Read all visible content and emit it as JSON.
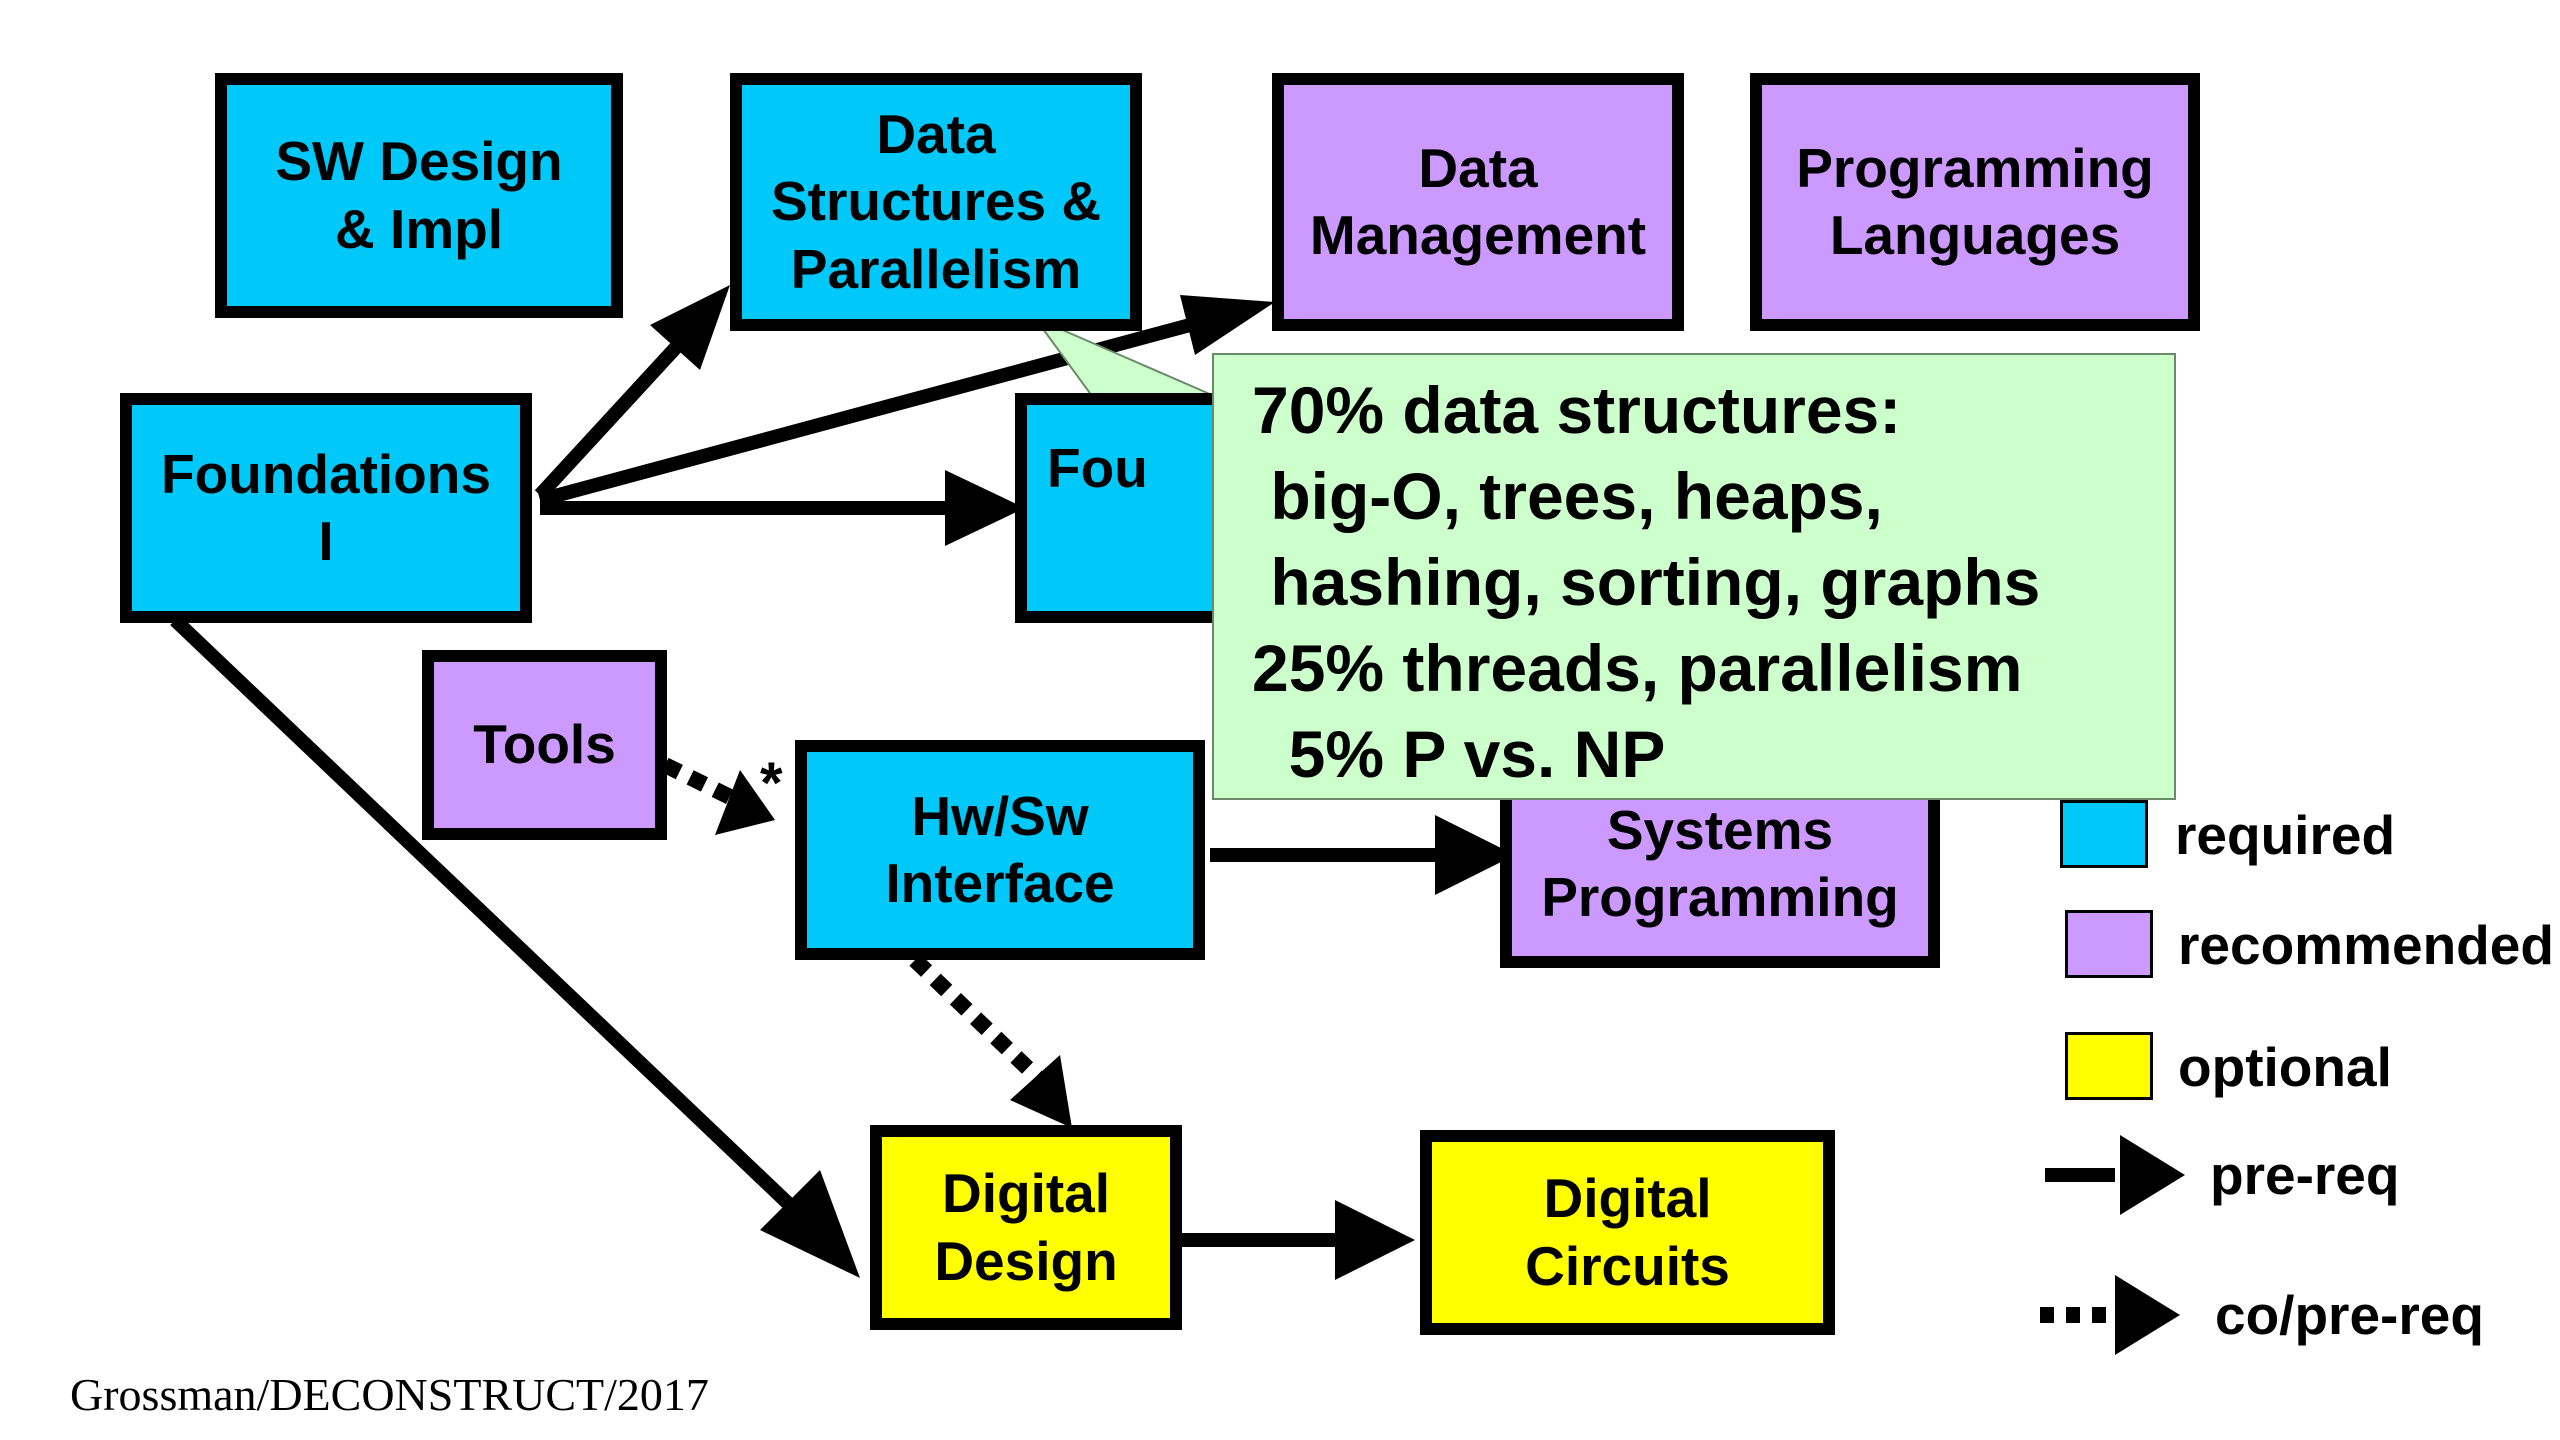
{
  "nodes": {
    "sw_design": {
      "label": "SW Design\n& Impl",
      "category": "required"
    },
    "data_structures": {
      "label": "Data\nStructures &\nParallelism",
      "category": "required"
    },
    "data_management": {
      "label": "Data\nManagement",
      "category": "recommended"
    },
    "programming_languages": {
      "label": "Programming\nLanguages",
      "category": "recommended"
    },
    "foundations_1": {
      "label": "Foundations\nI",
      "category": "required"
    },
    "foundations_2": {
      "label": "Fou",
      "category": "required"
    },
    "tools": {
      "label": "Tools",
      "category": "recommended"
    },
    "hw_sw": {
      "label": "Hw/Sw\nInterface",
      "category": "required"
    },
    "systems_programming": {
      "label": "Systems\nProgramming",
      "category": "recommended"
    },
    "digital_design": {
      "label": "Digital\nDesign",
      "category": "optional"
    },
    "digital_circuits": {
      "label": "Digital\nCircuits",
      "category": "optional"
    }
  },
  "edges": [
    {
      "from": "foundations_1",
      "to": "data_structures",
      "type": "pre-req"
    },
    {
      "from": "foundations_1",
      "to": "data_management",
      "type": "pre-req"
    },
    {
      "from": "foundations_1",
      "to": "foundations_2",
      "type": "pre-req"
    },
    {
      "from": "foundations_1",
      "to": "digital_design",
      "type": "pre-req"
    },
    {
      "from": "tools",
      "to": "hw_sw",
      "type": "co/pre-req"
    },
    {
      "from": "hw_sw",
      "to": "systems_programming",
      "type": "pre-req"
    },
    {
      "from": "hw_sw",
      "to": "digital_design",
      "type": "co/pre-req"
    },
    {
      "from": "digital_design",
      "to": "digital_circuits",
      "type": "pre-req"
    }
  ],
  "asterisk": "*",
  "callout": {
    "lines": [
      "70% data structures:",
      " big-O, trees, heaps,",
      " hashing, sorting, graphs",
      "25% threads, parallelism",
      "  5% P vs. NP"
    ]
  },
  "legend": {
    "required": "required",
    "recommended": "recommended",
    "optional": "optional",
    "pre_req": "pre-req",
    "co_pre_req": "co/pre-req"
  },
  "colors": {
    "required": "#00c8f8",
    "recommended": "#cc99ff",
    "optional": "#ffff00",
    "callout": "#ccffcc"
  },
  "credit": "Grossman/DECONSTRUCT/2017"
}
